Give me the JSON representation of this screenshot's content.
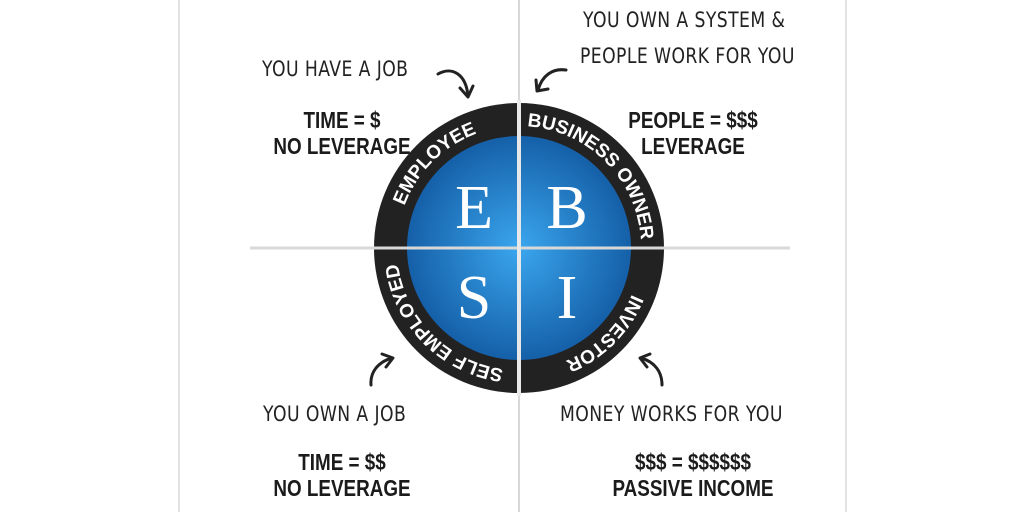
{
  "quadrants": {
    "employee": {
      "letter": "E",
      "ring_label": "EMPLOYEE",
      "note": "YOU HAVE A JOB",
      "formula": "TIME = $",
      "leverage": "NO LEVERAGE"
    },
    "business_owner": {
      "letter": "B",
      "ring_label": "BUSINESS OWNER",
      "note_line1": "YOU OWN A SYSTEM &",
      "note_line2": "PEOPLE WORK FOR YOU",
      "formula": "PEOPLE = $$$",
      "leverage": "LEVERAGE"
    },
    "self_employed": {
      "letter": "S",
      "ring_label": "SELF EMPLOYED",
      "note": "YOU OWN A JOB",
      "formula": "TIME = $$",
      "leverage": "NO LEVERAGE"
    },
    "investor": {
      "letter": "I",
      "ring_label": "INVESTOR",
      "note": "MONEY WORKS FOR YOU",
      "formula": "$$$ = $$$$$$",
      "leverage": "PASSIVE INCOME"
    }
  },
  "colors": {
    "ring": "#222222",
    "blue_center": "#3aa0e8",
    "blue_edge": "#1560a8",
    "text": "#1b1b1b"
  }
}
